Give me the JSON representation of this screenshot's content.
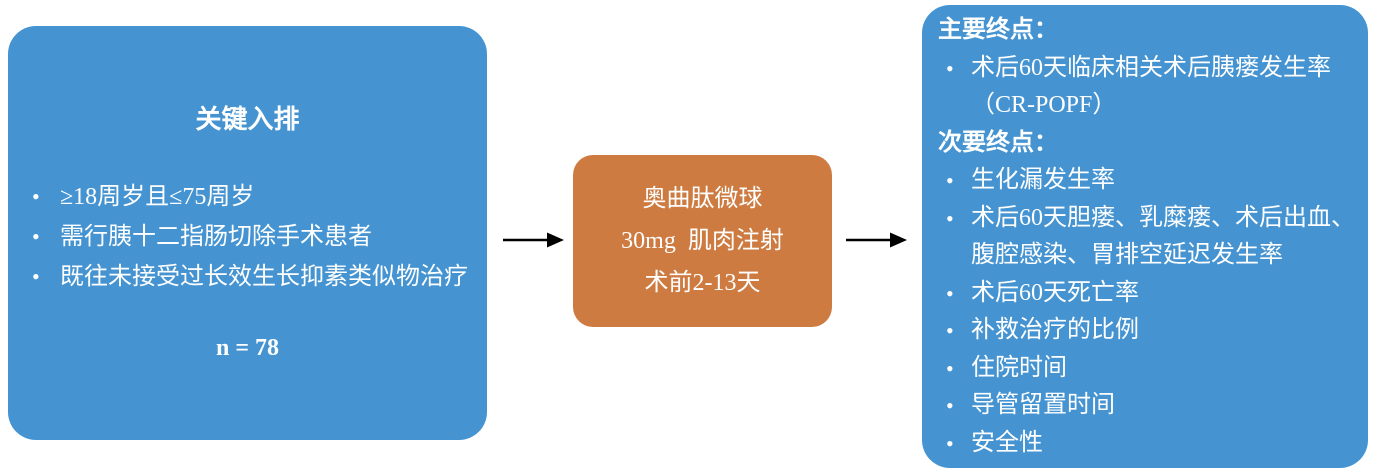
{
  "colors": {
    "box_blue": "#4594d1",
    "box_orange": "#ce7b41",
    "text": "#ffffff",
    "arrow": "#000000"
  },
  "bullet_glyph": "•",
  "left_box": {
    "title": "关键入排",
    "bullets": [
      "≥18周岁且≤75周岁",
      "需行胰十二指肠切除手术患者",
      "既往未接受过长效生长抑素类似物治疗"
    ],
    "sample_size": "n = 78"
  },
  "middle_box": {
    "lines": [
      "奥曲肽微球",
      "30mg  肌肉注射",
      "术前2-13天"
    ]
  },
  "right_box": {
    "primary_heading": "主要终点：",
    "primary_bullets": [
      "术后60天临床相关术后胰瘘发生率（CR-POPF）"
    ],
    "secondary_heading": "次要终点：",
    "secondary_bullets": [
      "生化漏发生率",
      "术后60天胆瘘、乳糜瘘、术后出血、腹腔感染、胃排空延迟发生率",
      "术后60天死亡率",
      "补救治疗的比例",
      "住院时间",
      "导管留置时间",
      "安全性"
    ]
  }
}
